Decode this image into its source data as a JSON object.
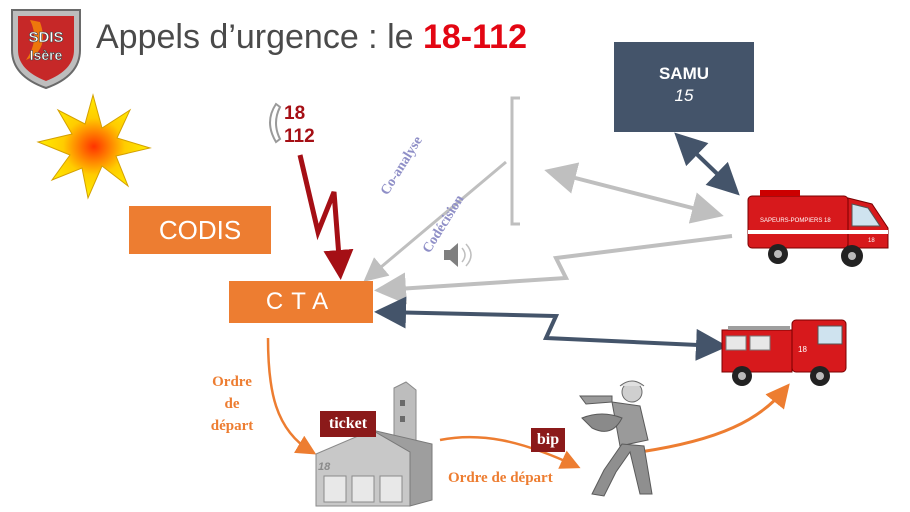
{
  "header": {
    "logo_line1": "SDIS",
    "logo_line2": "Isère",
    "title_prefix": "Appels d’urgence : le ",
    "title_number": "18-112"
  },
  "nodes": {
    "samu_name": "SAMU",
    "samu_code": "15",
    "codis": "CODIS",
    "cta": "CTA",
    "call_numbers": [
      "18",
      "112"
    ],
    "ticket": "ticket",
    "bip": "bip"
  },
  "labels": {
    "ordre_de_depart_vertical": [
      "Ordre",
      "de",
      "départ"
    ],
    "ordre_de_depart": "Ordre de départ",
    "co_analyse": "Co-analyse",
    "codecision": "Codécision"
  },
  "vehicle_labels": {
    "ambulance_text": "SAPEURS-POMPIERS 18",
    "ambulance_number": "18",
    "truck_number": "18",
    "station_number": "18"
  },
  "colors": {
    "orange": "#ed7d31",
    "dark_red": "#8b1a1a",
    "title_red": "#e30613",
    "samu_blue": "#44546a",
    "arrow_gray": "#bfbfbf",
    "arrow_navy": "#44546a",
    "fire_red": "#d7191c"
  }
}
